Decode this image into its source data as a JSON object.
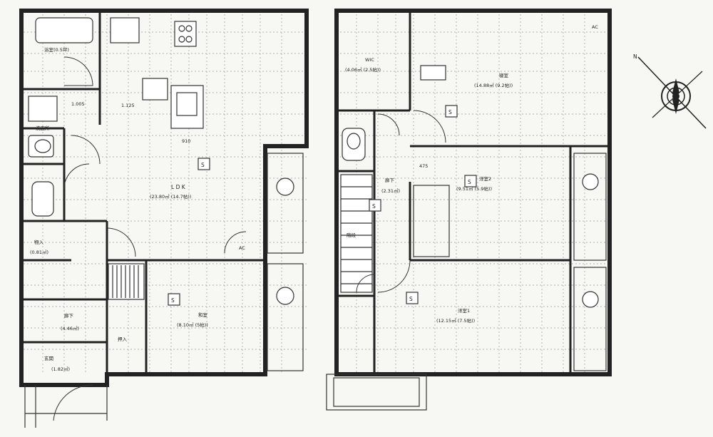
{
  "floor1": {
    "rooms": {
      "bath": "浴室(0.5坪)",
      "washroom": "洗面所",
      "ldk_label": "L D K",
      "ldk_area": "(23.80㎡ (14.7帖))",
      "storage_label": "物入",
      "storage_area": "(0.81㎡)",
      "hall_label": "廊下",
      "hall_area": "(4.46㎡)",
      "entrance_label": "玄関",
      "entrance_area": "(1.82㎡)",
      "japanese_label": "和室",
      "japanese_area": "(8.10㎡ (5帖))",
      "oshiire": "押入",
      "ac": "AC"
    },
    "dims": {
      "d1": "1.005",
      "d2": "1.125",
      "d3": "910"
    }
  },
  "floor2": {
    "rooms": {
      "wic": "WIC",
      "wic_area": "(4.06㎡ (2.5帖))",
      "master_label": "寝室",
      "master_area": "(14.88㎡ (9.2帖))",
      "hall_label": "廊下",
      "hall_area": "(2.31㎡)",
      "western2_label": "洋室2",
      "western2_area": "(9.51㎡ (5.9帖))",
      "stairs": "階段",
      "western1_label": "洋室1",
      "western1_area": "(12.15㎡ (7.5帖))",
      "ac": "AC",
      "dim": "475"
    }
  },
  "symbol": "S",
  "compass_n": "N"
}
